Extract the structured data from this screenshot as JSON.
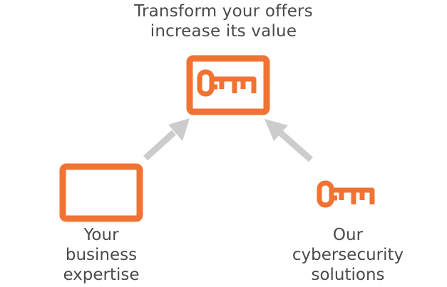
{
  "title": {
    "line1": "Transform your offers",
    "line2": "increase its value"
  },
  "left_node": {
    "line1": "Your",
    "line2": "business",
    "line3": "expertise"
  },
  "right_node": {
    "line1": "Our",
    "line2": "cybersecurity",
    "line3": "solutions"
  },
  "colors": {
    "accent": "#f07334",
    "arrow": "#cccccc",
    "text": "#4a4a4a"
  },
  "icons": {
    "top": "key-in-box-icon",
    "left": "empty-box-icon",
    "right": "key-icon"
  }
}
